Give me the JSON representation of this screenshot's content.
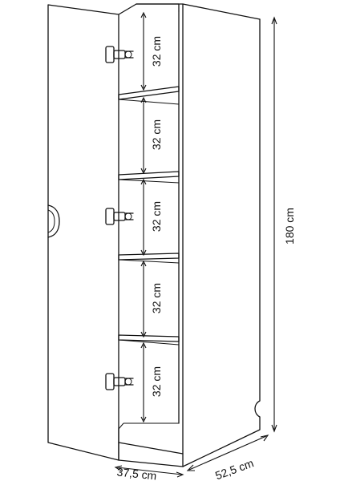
{
  "labels": {
    "shelf_gap": "32 cm",
    "height": "180 cm",
    "width": "37,5 cm",
    "depth": "52,5 cm"
  },
  "shelf_gaps": [
    "32 cm",
    "32 cm",
    "32 cm",
    "32 cm",
    "32 cm"
  ]
}
